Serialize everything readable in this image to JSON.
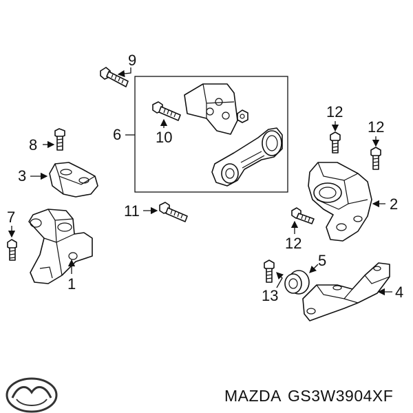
{
  "callouts": {
    "n1": "1",
    "n2": "2",
    "n3": "3",
    "n4": "4",
    "n5": "5",
    "n6": "6",
    "n7": "7",
    "n8": "8",
    "n9": "9",
    "n10": "10",
    "n11": "11",
    "n12a": "12",
    "n12b": "12",
    "n12c": "12",
    "n13": "13"
  },
  "footer": {
    "brand": "MAZDA",
    "part_number": "GS3W3904XF",
    "logo_icon": "mazda-logo-icon"
  }
}
